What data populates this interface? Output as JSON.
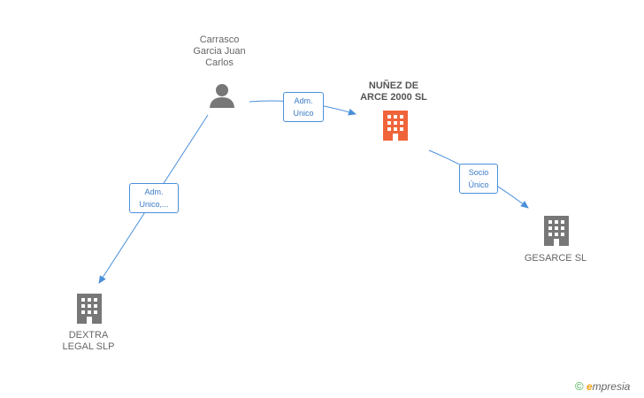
{
  "nodes": {
    "person": {
      "name": "Carrasco Garcia Juan Carlos",
      "lines": [
        "Carrasco",
        "Garcia Juan",
        "Carlos"
      ],
      "icon": "person-icon"
    },
    "focus": {
      "lines": [
        "NUÑEZ DE",
        "ARCE 2000 SL"
      ],
      "icon": "building-icon",
      "color": "#f0643a"
    },
    "gesarce": {
      "lines": [
        "GESARCE SL"
      ],
      "icon": "building-icon",
      "color": "#777777"
    },
    "dextra": {
      "lines": [
        "DEXTRA",
        "LEGAL SLP"
      ],
      "icon": "building-icon",
      "color": "#777777"
    }
  },
  "edges": [
    {
      "from": "person",
      "to": "focus",
      "lines": [
        "Adm.",
        "Unico"
      ]
    },
    {
      "from": "person",
      "to": "dextra",
      "lines": [
        "Adm.",
        "Unico,..."
      ]
    },
    {
      "from": "focus",
      "to": "gesarce",
      "lines": [
        "Socio",
        "Único"
      ]
    }
  ],
  "colors": {
    "edge": "#4a90d9",
    "person": "#777777"
  },
  "footer": {
    "copyright": "©",
    "brand_first": "e",
    "brand_rest": "mpresia"
  }
}
